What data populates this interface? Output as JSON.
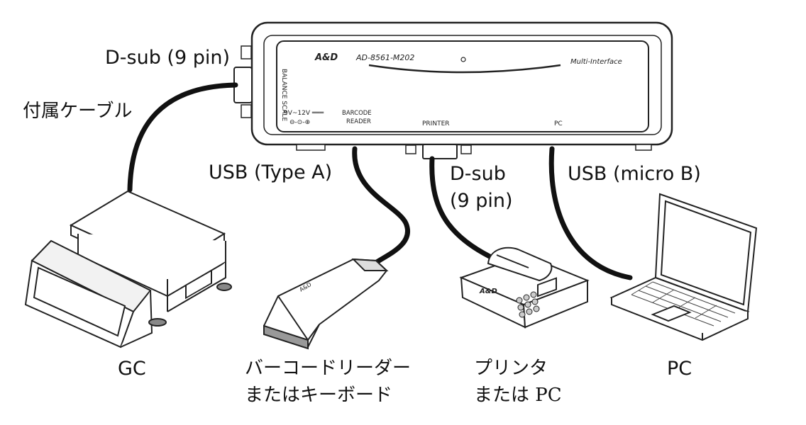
{
  "device": {
    "logo": "A&D",
    "model": "AD-8561-M202",
    "series": "Multi-Interface",
    "port_balance": "BALANCE SCALE",
    "port_power": "9V~12V ═══",
    "port_power_symbol": "⊖-⊙-⊕",
    "port_barcode": "BARCODE READER",
    "port_printer": "PRINTER",
    "port_pc": "PC"
  },
  "labels": {
    "dsub_top": "D-sub (9 pin)",
    "cable_note": "付属ケーブル",
    "usb_type_a": "USB (Type A)",
    "dsub_mid_line1": "D-sub",
    "dsub_mid_line2": "(9 pin)",
    "usb_micro_b": "USB (micro B)"
  },
  "peripherals": {
    "gc": "GC",
    "barcode_line1": "バーコードリーダー",
    "barcode_line2": "またはキーボード",
    "printer_line1": "プリンタ",
    "printer_line2": "または PC",
    "pc": "PC",
    "printer_logo": "A&D",
    "scanner_logo": "A&D"
  },
  "colors": {
    "line": "#222222",
    "cable": "#111111",
    "body_fill": "#ffffff",
    "panel_fill": "#f4f4f4"
  }
}
